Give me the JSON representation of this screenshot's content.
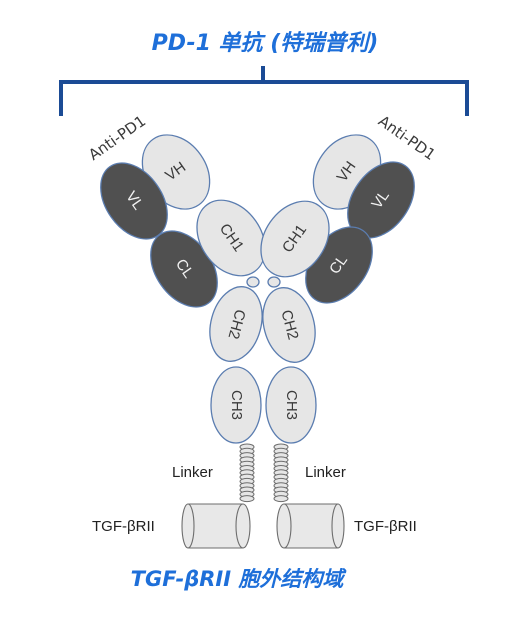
{
  "title_top": "PD-1 单抗 (特瑞普利)",
  "title_bottom": "TGF-βRII 胞外结构域",
  "left_arm_label": "Anti-PD1",
  "right_arm_label": "Anti-PD1",
  "domains": {
    "vh": "VH",
    "vl": "VL",
    "cl": "CL",
    "ch1": "CH1",
    "ch2": "CH2",
    "ch3": "CH3"
  },
  "linker_label": "Linker",
  "tgf_label": "TGF-βRII",
  "colors": {
    "title": "#1e6fd9",
    "bracket": "#1b4b95",
    "light_domain": "#e6e6e6",
    "dark_domain": "#505050",
    "outline": "#5b7db0"
  }
}
